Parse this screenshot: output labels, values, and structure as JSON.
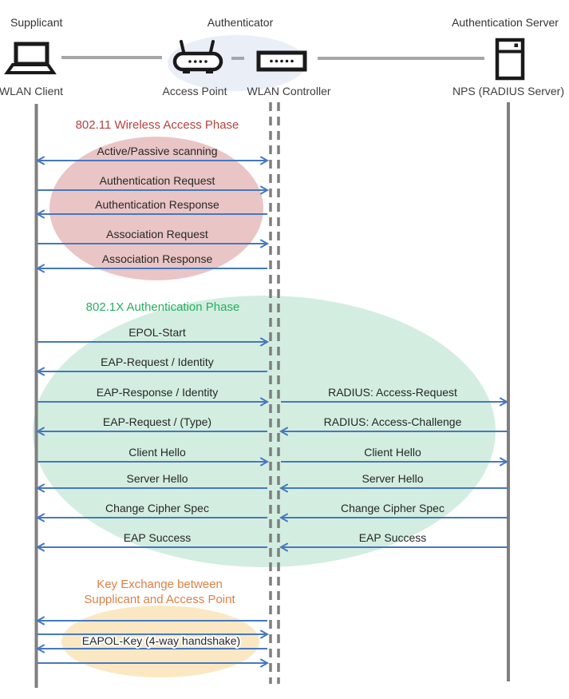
{
  "header": {
    "roles": {
      "supplicant": "Supplicant",
      "authenticator": "Authenticator",
      "auth_server": "Authentication Server"
    },
    "devices": {
      "wlan_client": "WLAN Client",
      "access_point": "Access Point",
      "wlan_controller": "WLAN Controller",
      "nps": "NPS (RADIUS Server)"
    }
  },
  "phases": {
    "p1": {
      "title": "802.11 Wireless Access Phase",
      "color": "#B8413E",
      "fill": "#EAC5C6"
    },
    "p2": {
      "title": "802.1X Authentication Phase",
      "color": "#29AE61",
      "fill": "#D3EEE0"
    },
    "p3": {
      "title_line1": "Key Exchange between",
      "title_line2": "Supplicant and Access Point",
      "color": "#DD8047",
      "fill": "#FBE8C3"
    }
  },
  "messages": {
    "scanning": "Active/Passive scanning",
    "auth_request": "Authentication Request",
    "auth_response": "Authentication Response",
    "assoc_request": "Association Request",
    "assoc_response": "Association Response",
    "epol_start": "EPOL-Start",
    "eap_request_identity": "EAP-Request / Identity",
    "eap_response_identity": "EAP-Response / Identity",
    "eap_request_type": "EAP-Request / (Type)",
    "client_hello": "Client Hello",
    "server_hello": "Server Hello",
    "change_cipher_spec": "Change Cipher Spec",
    "eap_success": "EAP Success",
    "radius_access_request": "RADIUS: Access-Request",
    "radius_access_challenge": "RADIUS: Access-Challenge",
    "eapol_key": "EAPOL-Key (4-way handshake)"
  },
  "colors": {
    "arrow": "#4678BE",
    "lifeline": "#7F7F7F",
    "connector": "#A6A6A6",
    "authenticator_bg": "#E9EEF7",
    "text": "#262626"
  }
}
